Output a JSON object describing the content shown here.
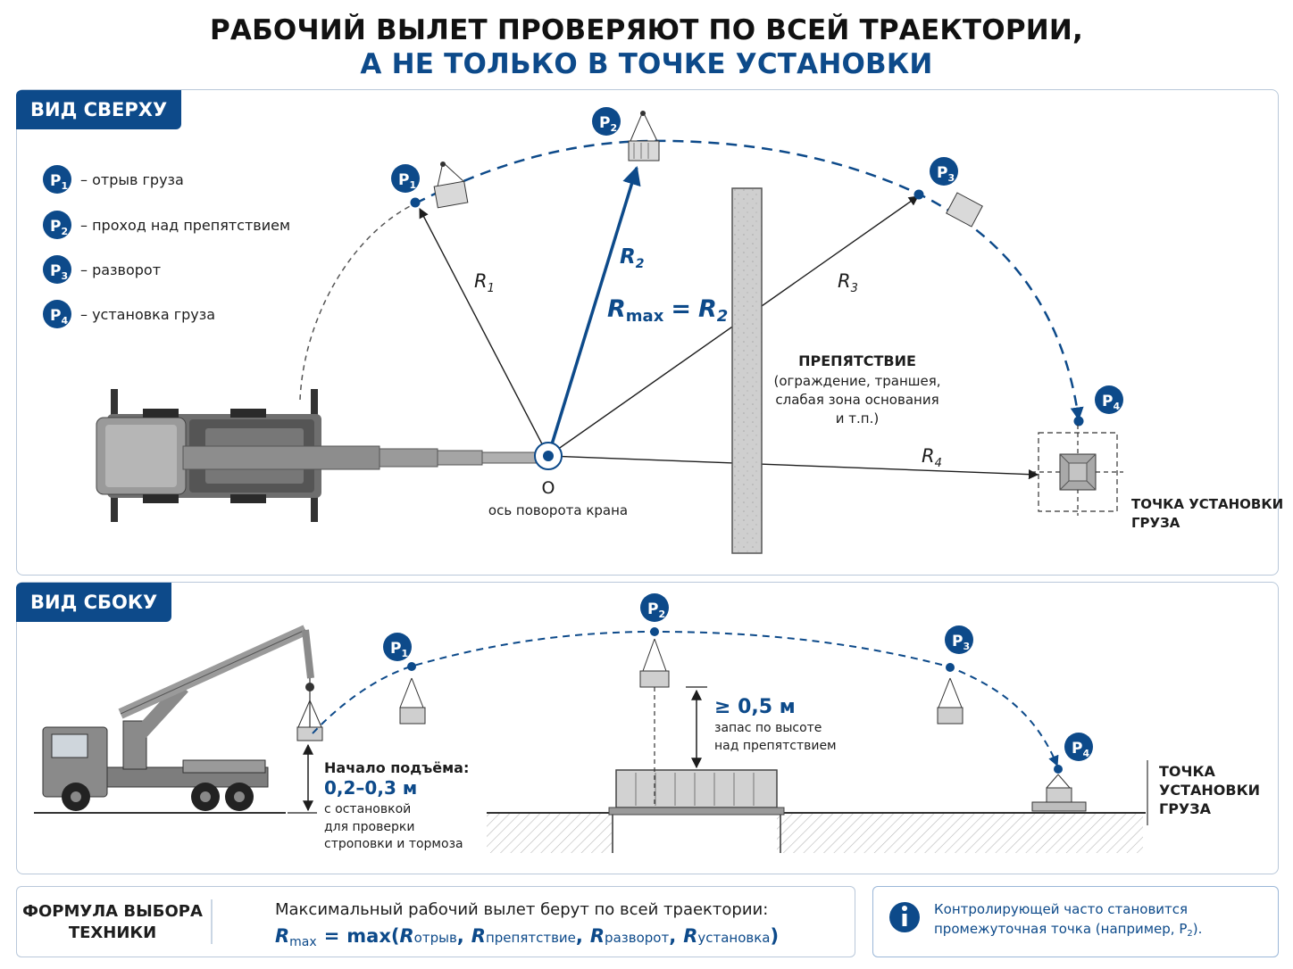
{
  "title": {
    "line1": "РАБОЧИЙ ВЫЛЕТ ПРОВЕРЯЮТ ПО ВСЕЙ ТРАЕКТОРИИ,",
    "line2": "А НЕ ТОЛЬКО В ТОЧКЕ УСТАНОВКИ"
  },
  "top_view": {
    "tab": "ВИД СВЕРХУ",
    "legend": [
      {
        "sym": "P",
        "sub": "1",
        "text": "– отрыв груза"
      },
      {
        "sym": "P",
        "sub": "2",
        "text": "– проход над препятствием"
      },
      {
        "sym": "P",
        "sub": "3",
        "text": "– разворот"
      },
      {
        "sym": "P",
        "sub": "4",
        "text": "– установка груза"
      }
    ],
    "points": [
      {
        "sym": "P",
        "sub": "1"
      },
      {
        "sym": "P",
        "sub": "2"
      },
      {
        "sym": "P",
        "sub": "3"
      },
      {
        "sym": "P",
        "sub": "4"
      }
    ],
    "radii": [
      {
        "sym": "R",
        "sub": "1"
      },
      {
        "sym": "R",
        "sub": "2"
      },
      {
        "sym": "R",
        "sub": "3"
      },
      {
        "sym": "R",
        "sub": "4"
      }
    ],
    "rmax": {
      "sym": "R",
      "sub": "max",
      "eq": "=",
      "rhs_sym": "R",
      "rhs_sub": "2"
    },
    "axis_label": "O",
    "axis_caption": "ось поворота крана",
    "obstacle_title": "ПРЕПЯТСТВИЕ",
    "obstacle_lines": [
      "(ограждение, траншея,",
      "слабая зона основания",
      "и т.п.)"
    ],
    "target_lines": [
      "ТОЧКА УСТАНОВКИ",
      "ГРУЗА"
    ]
  },
  "side_view": {
    "tab": "ВИД СБОКУ",
    "points": [
      {
        "sym": "P",
        "sub": "1"
      },
      {
        "sym": "P",
        "sub": "2"
      },
      {
        "sym": "P",
        "sub": "3"
      },
      {
        "sym": "P",
        "sub": "4"
      }
    ],
    "clearance_value": "≥ 0,5 м",
    "clearance_lines": [
      "запас по высоте",
      "над препятствием"
    ],
    "lift_title": "Начало подъёма:",
    "lift_value": "0,2–0,3 м",
    "lift_lines": [
      "с остановкой",
      "для проверки",
      "строповки и тормоза"
    ],
    "target_lines": [
      "ТОЧКА",
      "УСТАНОВКИ",
      "ГРУЗА"
    ]
  },
  "formula": {
    "title_lines": [
      "ФОРМУЛА ВЫБОРА",
      "ТЕХНИКИ"
    ],
    "description": "Максимальный рабочий вылет берут по всей траектории:",
    "lhs_sym": "R",
    "lhs_sub": "max",
    "eq": "=",
    "func": "max(",
    "terms": [
      {
        "sym": "R",
        "sub": "отрыв",
        "sep": ","
      },
      {
        "sym": "R",
        "sub": "препятствие",
        "sep": ","
      },
      {
        "sym": "R",
        "sub": "разворот",
        "sep": ","
      },
      {
        "sym": "R",
        "sub": "установка",
        "sep": ")"
      }
    ]
  },
  "note": {
    "icon": "info-icon",
    "line1": "Контролирующей часто становится",
    "line2_prefix": "промежуточная точка (например, ",
    "line2_sym": "P",
    "line2_sub": "2",
    "line2_suffix": ")."
  },
  "colors": {
    "accent": "#0d4a8a",
    "dark": "#1d1d1d",
    "border": "#b9c8da",
    "gray": "#8a8a8a"
  }
}
